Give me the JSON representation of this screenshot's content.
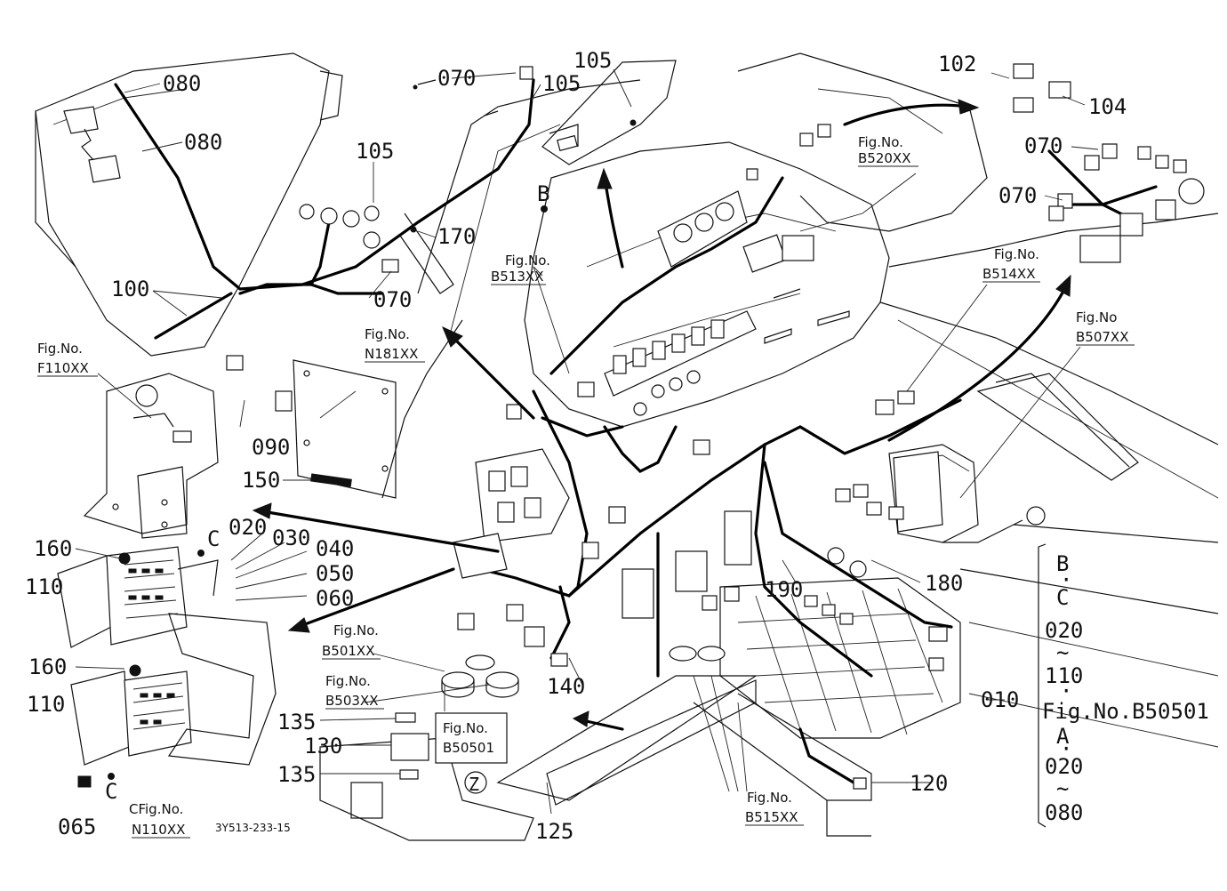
{
  "drawing_code": "3Y513-233-15",
  "part_labels": {
    "l080a": "080",
    "l080b": "080",
    "l070a": "070",
    "l105a": "105",
    "l105b": "105",
    "l105c": "105",
    "l170": "170",
    "l100": "100",
    "l070b": "070",
    "l090": "090",
    "l150": "150",
    "l160a": "160",
    "l110a": "110",
    "l160b": "160",
    "l110b": "110",
    "l065": "065",
    "l020": "020",
    "l030": "030",
    "l040": "040",
    "l050": "050",
    "l060": "060",
    "l140": "140",
    "l135a": "135",
    "l130": "130",
    "l135b": "135",
    "l125": "125",
    "l120": "120",
    "l190": "190",
    "l180": "180",
    "l102": "102",
    "l104": "104",
    "l070c": "070",
    "l070d": "070",
    "l010": "010"
  },
  "letters": {
    "b_top": "B",
    "c_top": "C",
    "c_bottom": "C",
    "z": "Z"
  },
  "fig_refs": [
    {
      "id": "b513",
      "line1": "Fig.No.",
      "line2": "B513XX"
    },
    {
      "id": "b520",
      "line1": "Fig.No.",
      "line2": "B520XX"
    },
    {
      "id": "b514",
      "line1": "Fig.No.",
      "line2": "B514XX"
    },
    {
      "id": "b507",
      "line1": "Fig.No",
      "line2": "B507XX"
    },
    {
      "id": "n181",
      "line1": "Fig.No.",
      "line2": "N181XX"
    },
    {
      "id": "f110",
      "line1": "Fig.No.",
      "line2": "F110XX"
    },
    {
      "id": "b501",
      "line1": "Fig.No.",
      "line2": "B501XX"
    },
    {
      "id": "b503",
      "line1": "Fig.No.",
      "line2": "B503XX"
    },
    {
      "id": "b505",
      "line1": "Fig.No.",
      "line2": "B50501"
    },
    {
      "id": "b515",
      "line1": "Fig.No.",
      "line2": "B515XX"
    },
    {
      "id": "n110",
      "line1": "CFig.No.",
      "line2": "N110XX"
    }
  ],
  "bracket_note": [
    "B",
    "·",
    "C",
    "·",
    "020",
    "~",
    "110",
    "·",
    "Fig.No.B50501",
    "A",
    "·",
    "020",
    "~",
    "080"
  ]
}
